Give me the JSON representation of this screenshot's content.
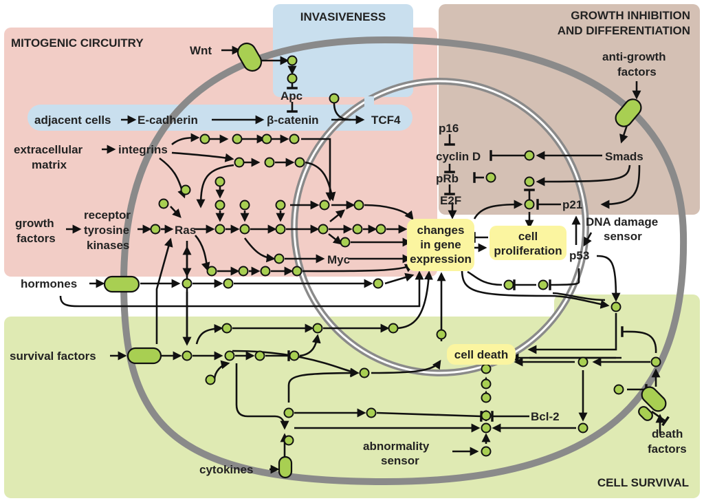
{
  "regions": {
    "mitogenic": "MITOGENIC CIRCUITRY",
    "invasiveness": "INVASIVENESS",
    "growth_inhibition_1": "GROWTH INHIBITION",
    "growth_inhibition_2": "AND DIFFERENTIATION",
    "cell_survival": "CELL SURVIVAL"
  },
  "colors": {
    "mitogenic_bg": "#f2cdc6",
    "invasiveness_bg": "#c9dfee",
    "growth_bg": "#d4c0b4",
    "survival_bg": "#dfeab3",
    "node_fill": "#a8cf52",
    "membrane": "#8a8a8a",
    "output_box": "#fbf5a0"
  },
  "labels": {
    "wnt": "Wnt",
    "apc": "Apc",
    "adjacent_cells": "adjacent cells",
    "e_cadherin": "E-cadherin",
    "beta_catenin": "β-catenin",
    "tcf4": "TCF4",
    "extracellular_1": "extracellular",
    "extracellular_2": "matrix",
    "integrins": "integrins",
    "growth_factors_1": "growth",
    "growth_factors_2": "factors",
    "receptor_1": "receptor",
    "receptor_2": "tyrosine",
    "receptor_3": "kinases",
    "ras": "Ras",
    "hormones": "hormones",
    "myc": "Myc",
    "survival_factors": "survival factors",
    "cytokines": "cytokines",
    "p16": "p16",
    "cyclin_d": "cyclin D",
    "prb": "pRb",
    "e2f": "E2F",
    "anti_growth_1": "anti-growth",
    "anti_growth_2": "factors",
    "smads": "Smads",
    "p21": "p21",
    "p53": "p53",
    "dna_damage_1": "DNA damage",
    "dna_damage_2": "sensor",
    "bcl2": "Bcl-2",
    "abnormality_1": "abnormality",
    "abnormality_2": "sensor",
    "death_factors_1": "death",
    "death_factors_2": "factors"
  },
  "outputs": {
    "gene_expression_1": "changes",
    "gene_expression_2": "in gene",
    "gene_expression_3": "expression",
    "proliferation_1": "cell",
    "proliferation_2": "proliferation",
    "cell_death": "cell death"
  }
}
